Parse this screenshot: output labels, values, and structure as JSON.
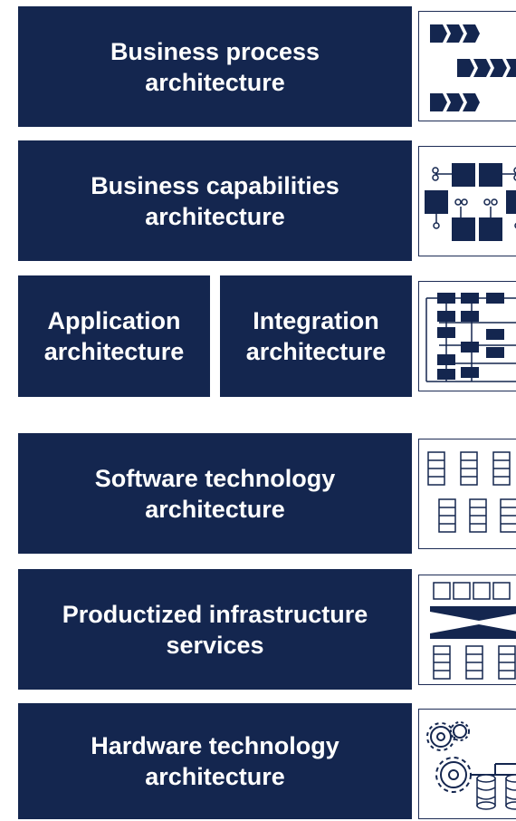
{
  "layers": [
    {
      "id": "business-process",
      "label": "Business process\narchitecture",
      "icon": "process-flow-icon"
    },
    {
      "id": "business-capabilities",
      "label": "Business capabilities\narchitecture",
      "icon": "capability-map-icon"
    },
    {
      "id": "application",
      "label": "Application\narchitecture",
      "icon": "integration-map-icon"
    },
    {
      "id": "integration",
      "label": "Integration\narchitecture"
    },
    {
      "id": "software-technology",
      "label": "Software technology\narchitecture",
      "icon": "software-stack-icon"
    },
    {
      "id": "productized-infrastructure",
      "label": "Productized infrastructure\nservices",
      "icon": "infrastructure-services-icon"
    },
    {
      "id": "hardware-technology",
      "label": "Hardware technology\narchitecture",
      "icon": "hardware-gears-database-icon"
    }
  ],
  "colors": {
    "block": "#14264f",
    "thumb_border": "#1d2c55"
  }
}
